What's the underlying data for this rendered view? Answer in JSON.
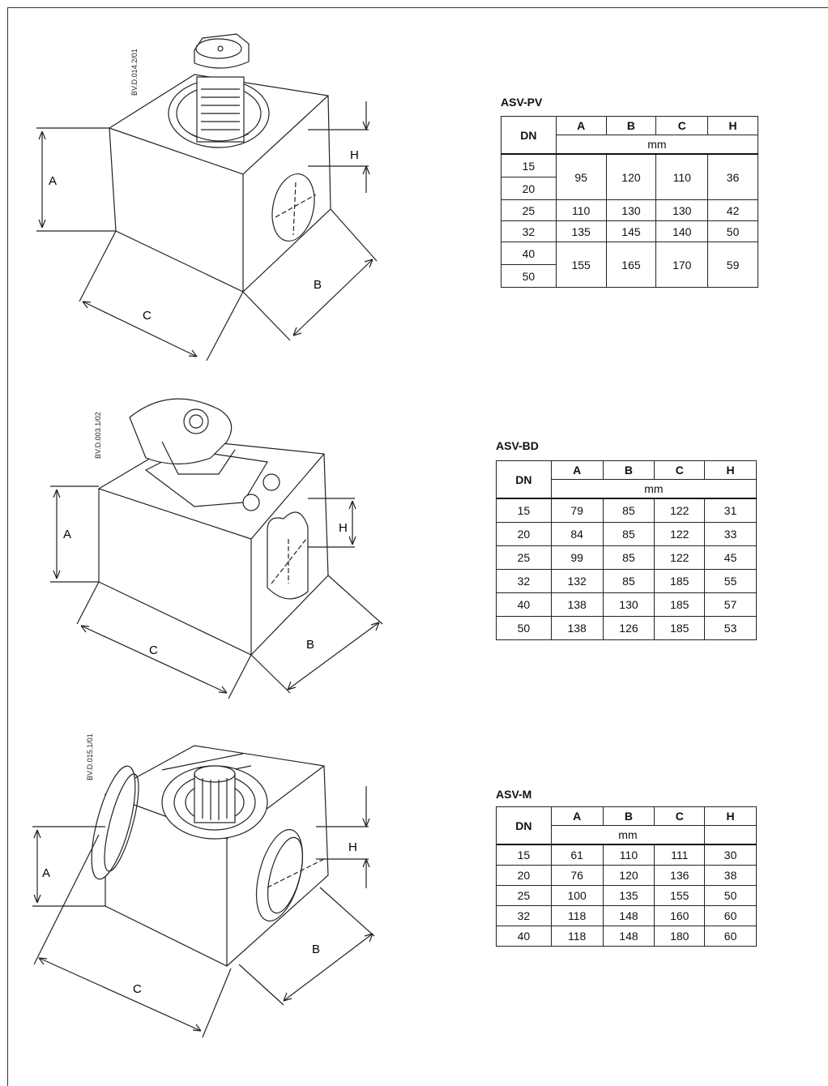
{
  "drawings": [
    {
      "code": "BV.D.014.2/01",
      "labels": {
        "a": "A",
        "b": "B",
        "c": "C",
        "h": "H"
      }
    },
    {
      "code": "BV.D.003.1/02",
      "labels": {
        "a": "A",
        "b": "B",
        "c": "C",
        "h": "H"
      }
    },
    {
      "code": "BV.D.015.1/01",
      "labels": {
        "a": "A",
        "b": "B",
        "c": "C",
        "h": "H"
      }
    }
  ],
  "tables": [
    {
      "title": "ASV-PV",
      "headers": {
        "dn": "DN",
        "a": "A",
        "b": "B",
        "c": "C",
        "h": "H",
        "unit": "mm"
      },
      "rows": [
        {
          "dn": [
            "15",
            "20"
          ],
          "a": "95",
          "b": "120",
          "c": "110",
          "h": "36"
        },
        {
          "dn": [
            "25"
          ],
          "a": "110",
          "b": "130",
          "c": "130",
          "h": "42"
        },
        {
          "dn": [
            "32"
          ],
          "a": "135",
          "b": "145",
          "c": "140",
          "h": "50"
        },
        {
          "dn": [
            "40",
            "50"
          ],
          "a": "155",
          "b": "165",
          "c": "170",
          "h": "59"
        }
      ]
    },
    {
      "title": "ASV-BD",
      "headers": {
        "dn": "DN",
        "a": "A",
        "b": "B",
        "c": "C",
        "h": "H",
        "unit": "mm"
      },
      "rows": [
        {
          "dn": "15",
          "a": "79",
          "b": "85",
          "c": "122",
          "h": "31"
        },
        {
          "dn": "20",
          "a": "84",
          "b": "85",
          "c": "122",
          "h": "33"
        },
        {
          "dn": "25",
          "a": "99",
          "b": "85",
          "c": "122",
          "h": "45"
        },
        {
          "dn": "32",
          "a": "132",
          "b": "85",
          "c": "185",
          "h": "55"
        },
        {
          "dn": "40",
          "a": "138",
          "b": "130",
          "c": "185",
          "h": "57"
        },
        {
          "dn": "50",
          "a": "138",
          "b": "126",
          "c": "185",
          "h": "53"
        }
      ]
    },
    {
      "title": "ASV-M",
      "headers": {
        "dn": "DN",
        "a": "A",
        "b": "B",
        "c": "C",
        "h": "H",
        "unit": "mm"
      },
      "rows": [
        {
          "dn": "15",
          "a": "61",
          "b": "110",
          "c": "111",
          "h": "30"
        },
        {
          "dn": "20",
          "a": "76",
          "b": "120",
          "c": "136",
          "h": "38"
        },
        {
          "dn": "25",
          "a": "100",
          "b": "135",
          "c": "155",
          "h": "50"
        },
        {
          "dn": "32",
          "a": "118",
          "b": "148",
          "c": "160",
          "h": "60"
        },
        {
          "dn": "40",
          "a": "118",
          "b": "148",
          "c": "180",
          "h": "60"
        }
      ]
    }
  ]
}
